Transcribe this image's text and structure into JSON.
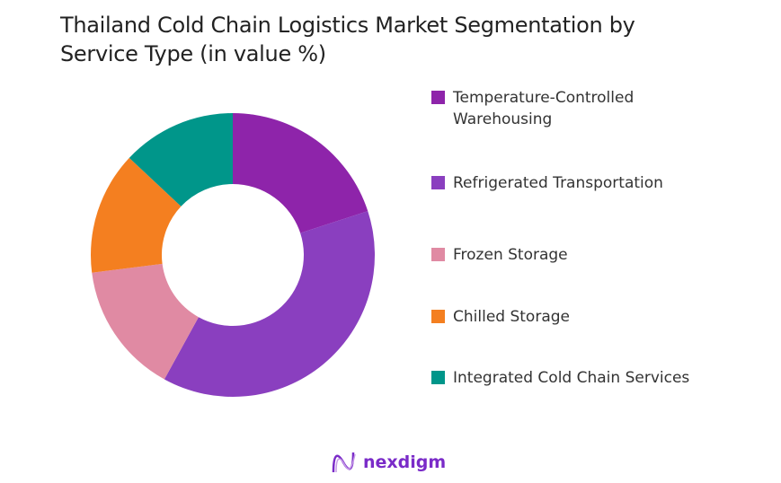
{
  "chart_data": {
    "type": "pie",
    "donut": true,
    "title": "Thailand Cold Chain Logistics Market Segmentation by Service Type (in value %)",
    "categories": [
      "Temperature-Controlled Warehousing",
      "Refrigerated Transportation",
      "Frozen Storage",
      "Chilled Storage",
      "Integrated Cold Chain Services"
    ],
    "values": [
      20,
      38,
      15,
      14,
      13
    ],
    "colors": [
      "#8e24aa",
      "#8a3fbf",
      "#e08aa3",
      "#f47f20",
      "#00968a"
    ],
    "legend_position": "right"
  },
  "brand": {
    "name": "nexdigm",
    "color": "#7a2bc8"
  }
}
